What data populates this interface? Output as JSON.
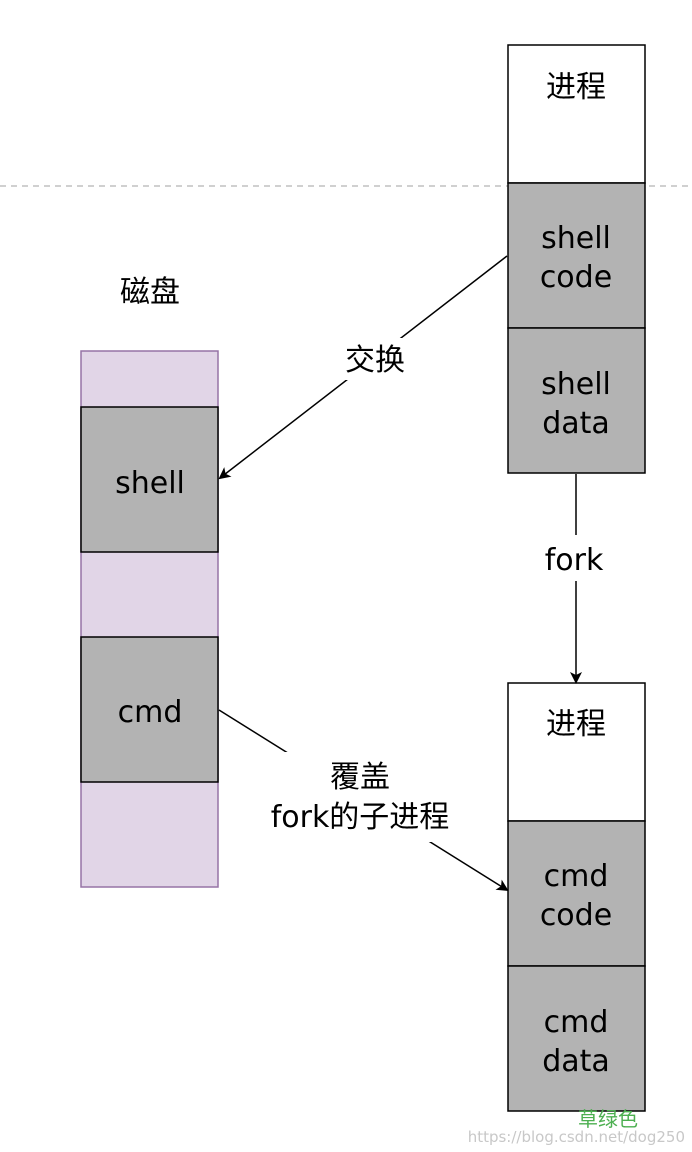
{
  "colors": {
    "disk_fill": "#e1d5e7",
    "disk_stroke": "#9673a6",
    "segment_fill": "#b3b3b3",
    "process_fill": "#ffffff",
    "stroke": "#000000",
    "dashed_line": "#c0c0c0",
    "watermark_brand": "#4caf50",
    "watermark_url": "#c8c8c8"
  },
  "disk": {
    "title": "磁盘",
    "segments": [
      "shell",
      "cmd"
    ]
  },
  "process_top": {
    "header": "进程",
    "segments": [
      {
        "line1": "shell",
        "line2": "code"
      },
      {
        "line1": "shell",
        "line2": "data"
      }
    ]
  },
  "process_bottom": {
    "header": "进程",
    "segments": [
      {
        "line1": "cmd",
        "line2": "code"
      },
      {
        "line1": "cmd",
        "line2": "data"
      }
    ]
  },
  "labels": {
    "swap": "交换",
    "fork": "fork",
    "overlay_line1": "覆盖",
    "overlay_line2": "fork的子进程"
  },
  "watermark": {
    "brand": "草绿色",
    "url": "https://blog.csdn.net/dog250"
  }
}
